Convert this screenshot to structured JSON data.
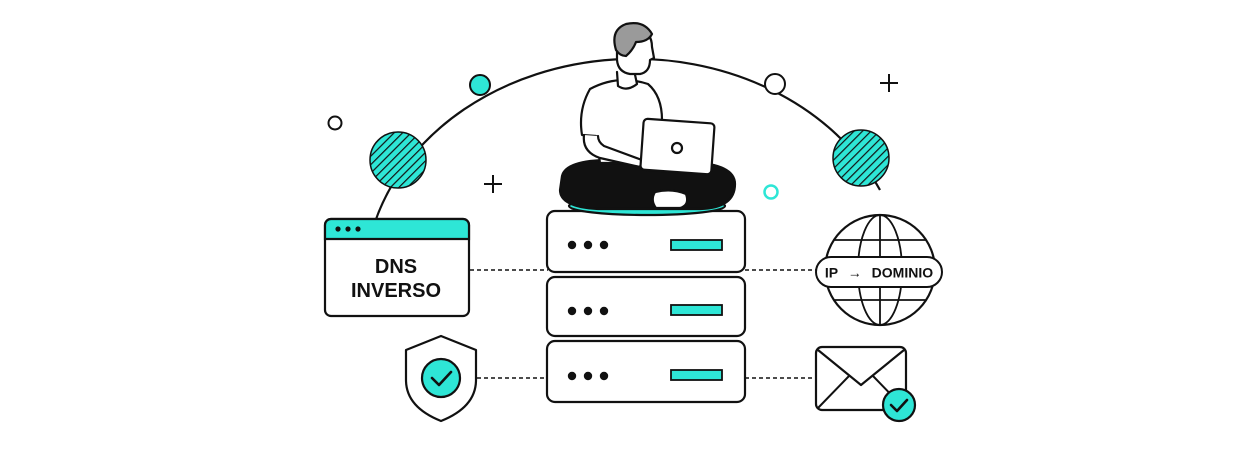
{
  "window_card": {
    "line1": "DNS",
    "line2": "INVERSO"
  },
  "globe_badge": {
    "from": "IP",
    "arrow": "→",
    "to": "DOMINIO"
  },
  "colors": {
    "accent": "#2ee6d6",
    "stroke": "#111111",
    "skin": "#ffffff",
    "hair": "#9a9a9a",
    "background": "#ffffff"
  },
  "icons": [
    "server-rack-icon",
    "person-with-laptop-icon",
    "browser-window-icon",
    "globe-icon",
    "shield-check-icon",
    "envelope-icon",
    "check-badge-icon",
    "hatched-circle-icon",
    "plus-sparkle-icon"
  ]
}
